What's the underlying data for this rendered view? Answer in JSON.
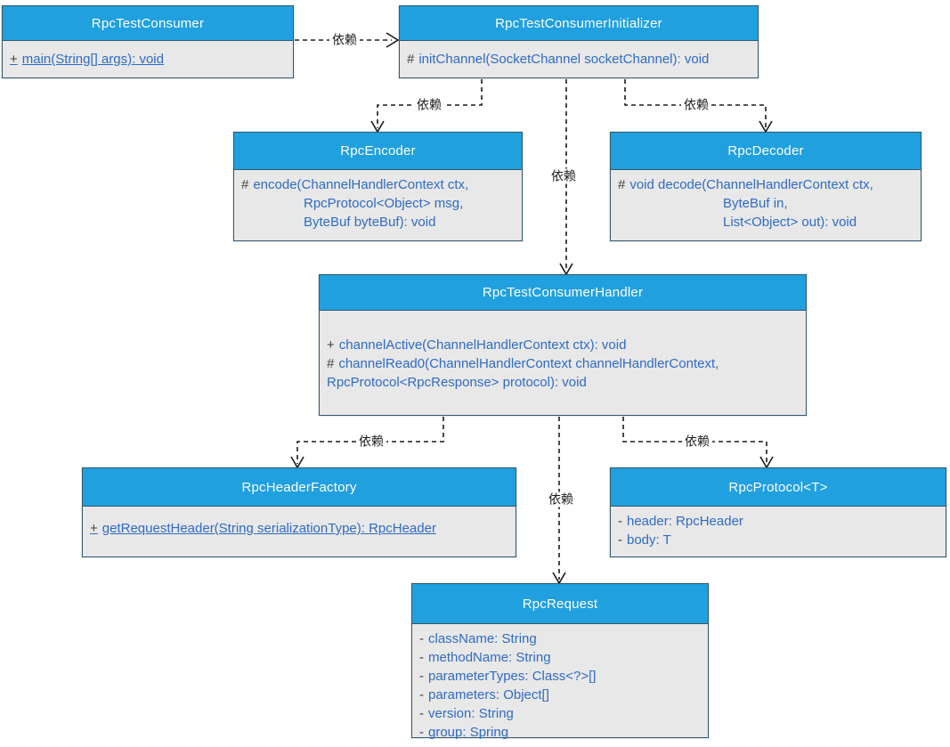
{
  "diagram": {
    "colors": {
      "title_bar": "#20a0de",
      "body_fill": "#e8e8e8",
      "border": "#33596e",
      "member_text": "#2e6bc4",
      "line": "#1a1a1a"
    },
    "classes": [
      {
        "name": "RpcTestConsumer",
        "members": [
          {
            "vis": "+",
            "text": "main(String[] args): void"
          }
        ]
      },
      {
        "name": "RpcTestConsumerInitializer",
        "members": [
          {
            "vis": "#",
            "text": "initChannel(SocketChannel socketChannel): void"
          }
        ]
      },
      {
        "name": "RpcEncoder",
        "members": [
          {
            "vis": "#",
            "text": "encode(ChannelHandlerContext ctx,"
          },
          {
            "vis": "",
            "text": "RpcProtocol<Object> msg,"
          },
          {
            "vis": "",
            "text": "ByteBuf byteBuf): void"
          }
        ]
      },
      {
        "name": "RpcDecoder",
        "members": [
          {
            "vis": "#",
            "text": "void decode(ChannelHandlerContext ctx,"
          },
          {
            "vis": "",
            "text": "ByteBuf in,"
          },
          {
            "vis": "",
            "text": "List<Object> out): void"
          }
        ]
      },
      {
        "name": "RpcTestConsumerHandler",
        "members": [
          {
            "vis": "+",
            "text": "channelActive(ChannelHandlerContext ctx): void"
          },
          {
            "vis": "#",
            "text": "channelRead0(ChannelHandlerContext channelHandlerContext,"
          },
          {
            "vis": "",
            "text": "RpcProtocol<RpcResponse> protocol): void"
          }
        ]
      },
      {
        "name": "RpcHeaderFactory",
        "members": [
          {
            "vis": "+",
            "text": "getRequestHeader(String serializationType): RpcHeader"
          }
        ]
      },
      {
        "name": "RpcProtocol<T>",
        "members": [
          {
            "vis": "-",
            "text": "header: RpcHeader"
          },
          {
            "vis": "-",
            "text": "body: T"
          }
        ]
      },
      {
        "name": "RpcRequest",
        "members": [
          {
            "vis": "-",
            "text": "className: String"
          },
          {
            "vis": "-",
            "text": "methodName: String"
          },
          {
            "vis": "-",
            "text": "parameterTypes: Class<?>[]"
          },
          {
            "vis": "-",
            "text": "parameters: Object[]"
          },
          {
            "vis": "-",
            "text": "version: String"
          },
          {
            "vis": "-",
            "text": "group: Spring"
          }
        ]
      }
    ],
    "connectors": [
      {
        "from": "RpcTestConsumer",
        "to": "RpcTestConsumerInitializer",
        "label": "依赖"
      },
      {
        "from": "RpcTestConsumerInitializer",
        "to": "RpcEncoder",
        "label": "依赖"
      },
      {
        "from": "RpcTestConsumerInitializer",
        "to": "RpcDecoder",
        "label": "依赖"
      },
      {
        "from": "RpcTestConsumerInitializer",
        "to": "RpcTestConsumerHandler",
        "label": "依赖"
      },
      {
        "from": "RpcTestConsumerHandler",
        "to": "RpcHeaderFactory",
        "label": "依赖"
      },
      {
        "from": "RpcTestConsumerHandler",
        "to": "RpcProtocol<T>",
        "label": "依赖"
      },
      {
        "from": "RpcTestConsumerHandler",
        "to": "RpcRequest",
        "label": "依赖"
      }
    ]
  }
}
